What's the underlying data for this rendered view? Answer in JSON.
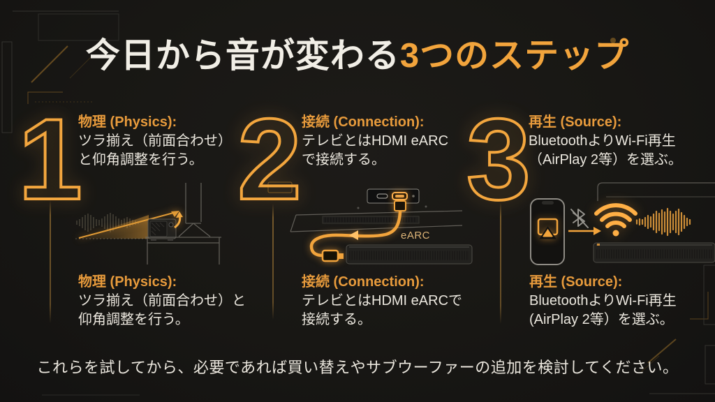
{
  "title": {
    "main": "今日から音が変わる",
    "accent": "3つのステップ"
  },
  "steps": [
    {
      "number": "1",
      "heading": "物理 (Physics):",
      "line1": "ツラ揃え（前面合わせ）",
      "line2": "と仰角調整を行う。",
      "caption_heading": "物理 (Physics):",
      "caption_line1": "ツラ揃え（前面合わせ）と",
      "caption_line2": "仰角調整を行う。",
      "illustration": "speaker-alignment"
    },
    {
      "number": "2",
      "heading": "接続 (Connection):",
      "line1": "テレビとはHDMI eARC",
      "line2": "で接続する。",
      "caption_heading": "接続 (Connection):",
      "caption_line1": "テレビとはHDMI eARCで",
      "caption_line2": "接続する。",
      "illustration": "hdmi-earc-cable"
    },
    {
      "number": "3",
      "heading": "再生 (Source):",
      "line1": "BluetoothよりWi-Fi再生",
      "line2": "（AirPlay 2等）を選ぶ。",
      "caption_heading": "再生 (Source):",
      "caption_line1": "BluetoothよりWi-Fi再生",
      "caption_line2": "(AirPlay 2等）を選ぶ。",
      "illustration": "wifi-airplay-playback"
    }
  ],
  "illustration_labels": {
    "earc": "eARC"
  },
  "footer": "これらを試してから、必要であれば買い替えやサブウーファーの追加を検討してください。",
  "colors": {
    "accent": "#F2A43C",
    "heading_orange": "#E89B3C",
    "text_white": "#ECE8DF",
    "background": "#181714"
  }
}
